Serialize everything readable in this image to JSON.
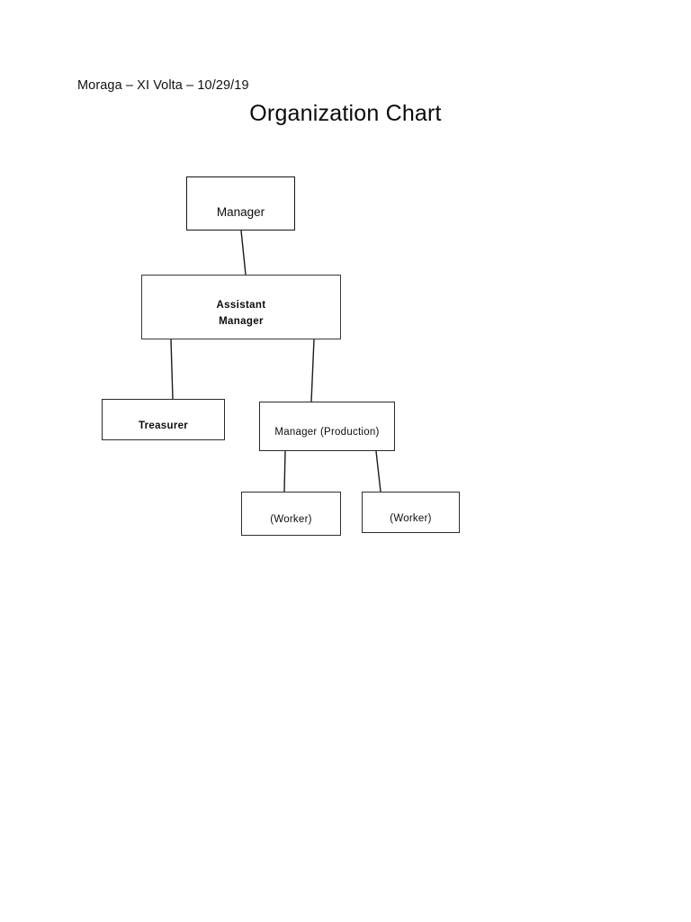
{
  "document": {
    "header_line": "Moraga – XI Volta – 10/29/19",
    "title": "Organization Chart",
    "background_color": "#ffffff",
    "line_color": "#1c1c1c",
    "text_color": "#0d0d0d"
  },
  "chart_data": {
    "type": "diagram",
    "subtype": "organization-chart",
    "title": "Organization Chart",
    "nodes": [
      {
        "id": "manager",
        "label": "Manager",
        "parent": null,
        "level": 0
      },
      {
        "id": "assistant",
        "label": "Assistant\nManager",
        "parent": "manager",
        "level": 1
      },
      {
        "id": "treasurer",
        "label": "Treasurer",
        "parent": "assistant",
        "level": 2
      },
      {
        "id": "production",
        "label": "Manager (Production)",
        "parent": "assistant",
        "level": 2
      },
      {
        "id": "worker_left",
        "label": "(Worker)",
        "parent": "production",
        "level": 3
      },
      {
        "id": "worker_right",
        "label": "(Worker)",
        "parent": "production",
        "level": 3
      }
    ],
    "edges": [
      {
        "from": "manager",
        "to": "assistant"
      },
      {
        "from": "assistant",
        "to": "treasurer"
      },
      {
        "from": "assistant",
        "to": "production"
      },
      {
        "from": "production",
        "to": "worker_left"
      },
      {
        "from": "production",
        "to": "worker_right"
      }
    ]
  }
}
